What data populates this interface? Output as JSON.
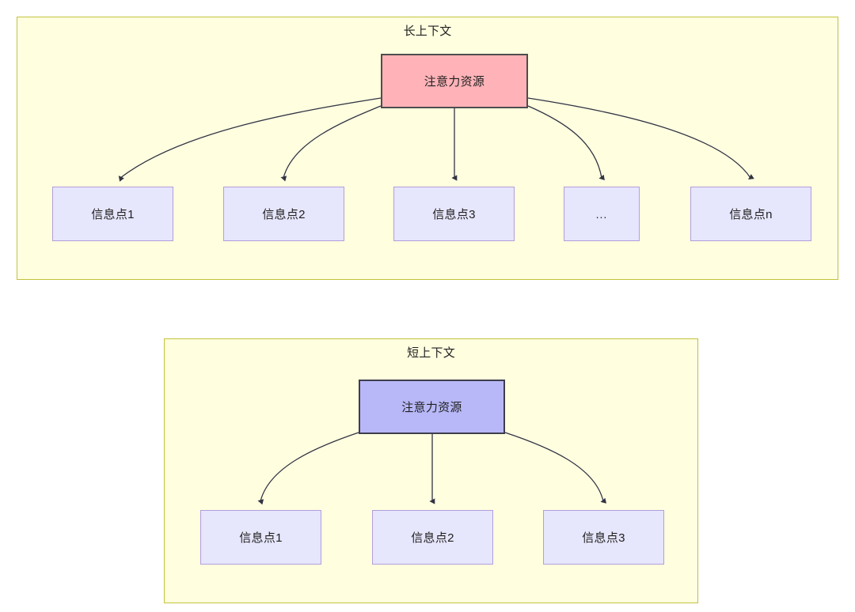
{
  "diagram": {
    "type": "flowchart",
    "title_long": "长上下文",
    "title_short": "短上下文",
    "colors": {
      "container_fill": "#FFFFE0",
      "container_border": "#C2C23C",
      "attention_long_fill": "#FFB3B8",
      "attention_long_border": "#4D4D4D",
      "attention_short_fill": "#B8B8F8",
      "attention_short_border": "#3D3D4D",
      "info_fill": "#E6E6FC",
      "info_border": "#B39DDB",
      "edge_stroke": "#333344",
      "text": "#1F1F1F"
    },
    "groups": [
      {
        "id": "long-context",
        "title": "长上下文",
        "root": {
          "id": "attention-long",
          "label": "注意力资源"
        },
        "children": [
          {
            "id": "info-1",
            "label": "信息点1"
          },
          {
            "id": "info-2",
            "label": "信息点2"
          },
          {
            "id": "info-3",
            "label": "信息点3"
          },
          {
            "id": "info-ellipsis",
            "label": "..."
          },
          {
            "id": "info-n",
            "label": "信息点n"
          }
        ]
      },
      {
        "id": "short-context",
        "title": "短上下文",
        "root": {
          "id": "attention-short",
          "label": "注意力资源"
        },
        "children": [
          {
            "id": "info-1",
            "label": "信息点1"
          },
          {
            "id": "info-2",
            "label": "信息点2"
          },
          {
            "id": "info-3",
            "label": "信息点3"
          }
        ]
      }
    ]
  }
}
